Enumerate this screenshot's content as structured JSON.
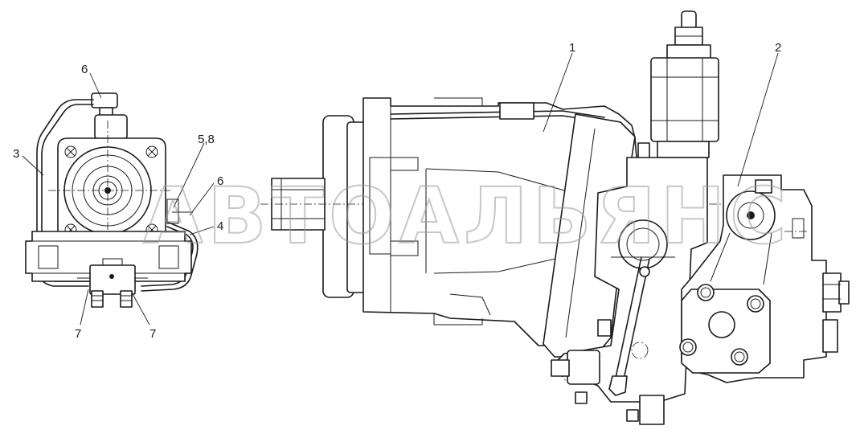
{
  "callouts": {
    "c1": "1",
    "c2": "2",
    "c3": "3",
    "c4": "4",
    "c58": "5,8",
    "c6a": "6",
    "c6b": "6",
    "c7a": "7",
    "c7b": "7"
  },
  "watermark": "АВТОАЛЬЯНС"
}
